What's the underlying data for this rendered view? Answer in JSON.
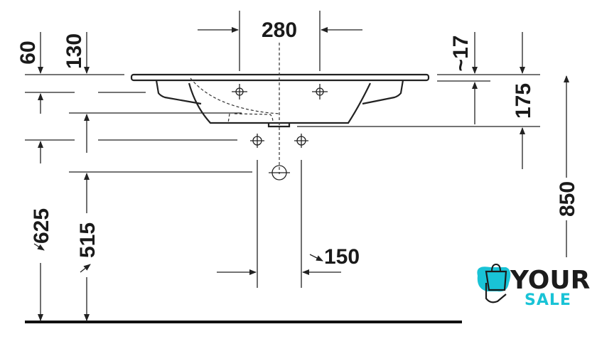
{
  "drawing": {
    "dimensions": {
      "width_280": "280",
      "rim_60": "60",
      "rim_130": "130",
      "overflow_17": "~17",
      "depth_175": "175",
      "height_850": "850",
      "height_625": "625",
      "height_515": "515",
      "offset_150": "150"
    }
  },
  "logo": {
    "word1": "YOUR",
    "word2": "SALE",
    "accent_color": "#19c3d6"
  }
}
